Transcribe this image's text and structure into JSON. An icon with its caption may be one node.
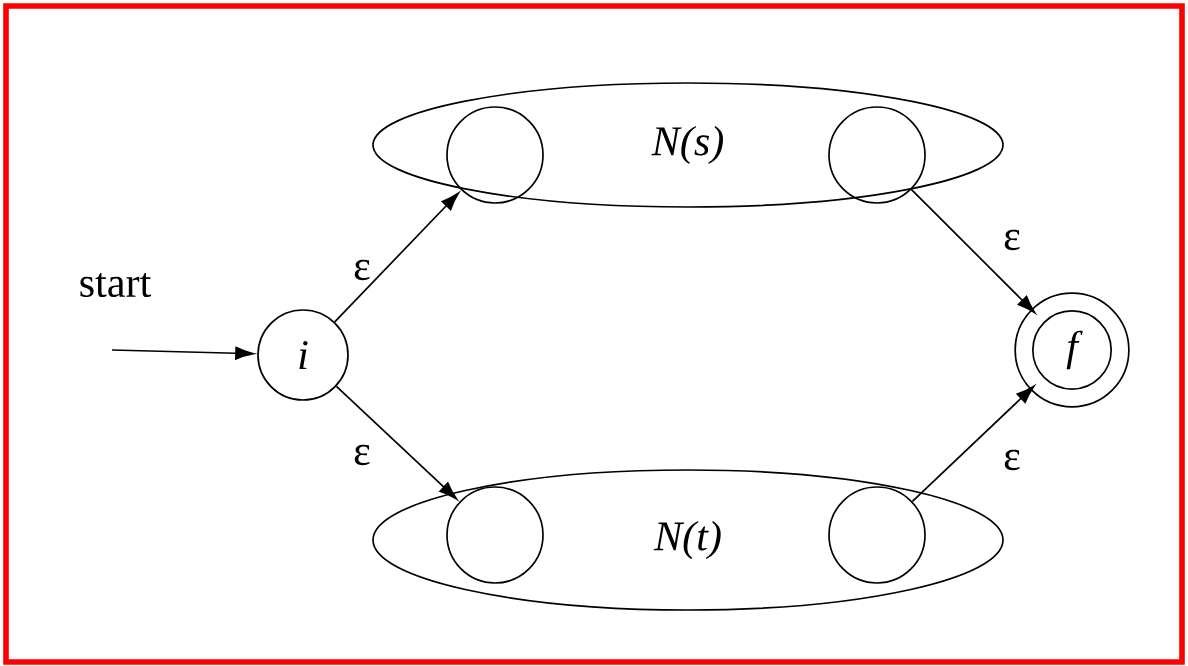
{
  "diagram": {
    "nodes": [
      {
        "text": [
          "N(s)"
        ]
      },
      {
        "text": [],
        "shape": "circle",
        "in": 0
      },
      {
        "text": [],
        "shape": "circle",
        "in": 0
      },
      {
        "text": [
          "N(t)"
        ]
      },
      {
        "text": [],
        "shape": "circle",
        "in": 3
      },
      {
        "text": [],
        "shape": "circle",
        "in": 3
      },
      {
        "text": [
          "i"
        ]
      },
      {
        "text": [
          "f"
        ]
      }
    ],
    "edges": [
      {
        "from": null,
        "to": 6,
        "arrow": "to",
        "label": "start"
      },
      {
        "from": 6,
        "to": 1,
        "arrow": "to",
        "label": "ε"
      },
      {
        "from": 2,
        "to": 7,
        "arrow": "to",
        "label": "ε"
      },
      {
        "from": 6,
        "to": 4,
        "arrow": "to",
        "label": "ε"
      },
      {
        "from": 5,
        "to": 7,
        "arrow": "to",
        "label": "ε"
      }
    ]
  }
}
